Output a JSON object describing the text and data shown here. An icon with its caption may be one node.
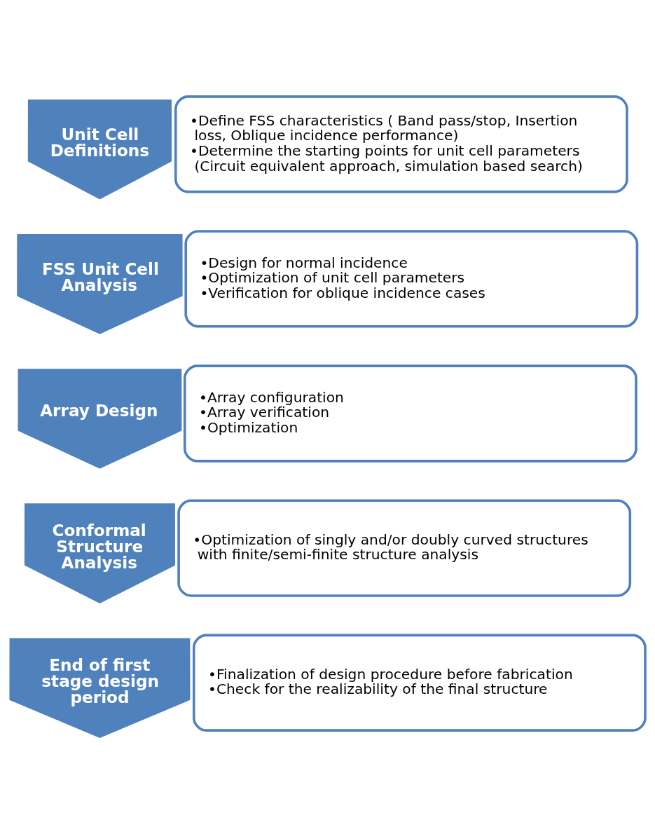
{
  "diagram": {
    "nodes": [
      {
        "text": [
          "Unit Cell Definitions"
        ]
      },
      {
        "text": [
          "•Define FSS characteristics ( Band pass/stop, Insertion loss, Oblique incidence performance)",
          "•Determine the starting points for unit cell parameters (Circuit equivalent approach, simulation based search)"
        ]
      },
      {
        "text": [
          "FSS Unit Cell Analysis"
        ]
      },
      {
        "text": [
          "•Design for normal incidence",
          "•Optimization of unit cell parameters",
          "•Verification for oblique incidence cases"
        ]
      },
      {
        "text": [
          "Array Design"
        ]
      },
      {
        "text": [
          "•Array configuration",
          "•Array verification",
          "•Optimization"
        ]
      },
      {
        "text": [
          "Conformal Structure Analysis"
        ]
      },
      {
        "text": [
          "•Optimization of singly and/or doubly curved structures with finite/semi-finite structure analysis"
        ]
      },
      {
        "text": [
          "End of first stage design period"
        ]
      },
      {
        "text": [
          "•Finalization of design procedure before fabrication",
          "•Check for the realizability of the final structure"
        ]
      }
    ],
    "edges": []
  }
}
